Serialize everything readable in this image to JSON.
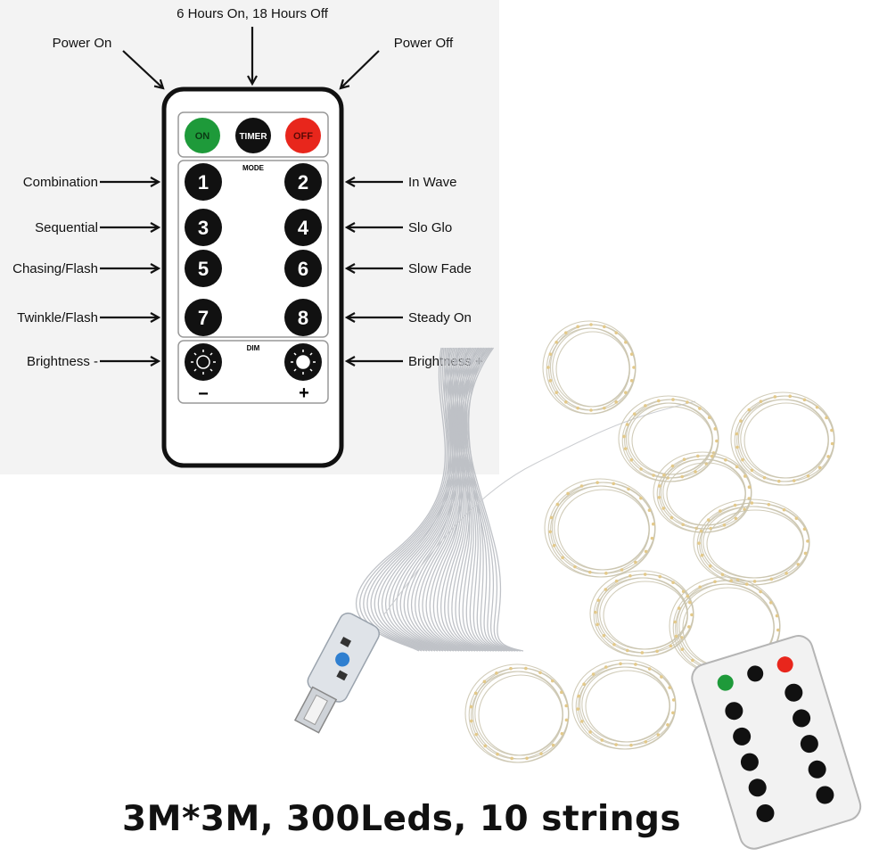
{
  "top_labels": {
    "power_on": "Power On",
    "timer": "6 Hours On, 18 Hours Off",
    "power_off": "Power Off"
  },
  "left_labels": [
    "Combination",
    "Sequential",
    "Chasing/Flash",
    "Twinkle/Flash",
    "Brightness -"
  ],
  "right_labels": [
    "In Wave",
    "Slo Glo",
    "Slow Fade",
    "Steady On",
    "Brightness +"
  ],
  "remote": {
    "on": "ON",
    "timer": "TIMER",
    "off": "OFF",
    "mode": "MODE",
    "dim": "DIM",
    "minus": "−",
    "plus": "+",
    "numbers": [
      "1",
      "2",
      "3",
      "4",
      "5",
      "6",
      "7",
      "8"
    ]
  },
  "colors": {
    "on": "#1e9a3a",
    "off": "#e8261c",
    "button": "#111111",
    "background": "#f3f3f3",
    "wire": "#c9c3ad"
  },
  "caption": "3M*3M, 300Leds, 10 strings"
}
